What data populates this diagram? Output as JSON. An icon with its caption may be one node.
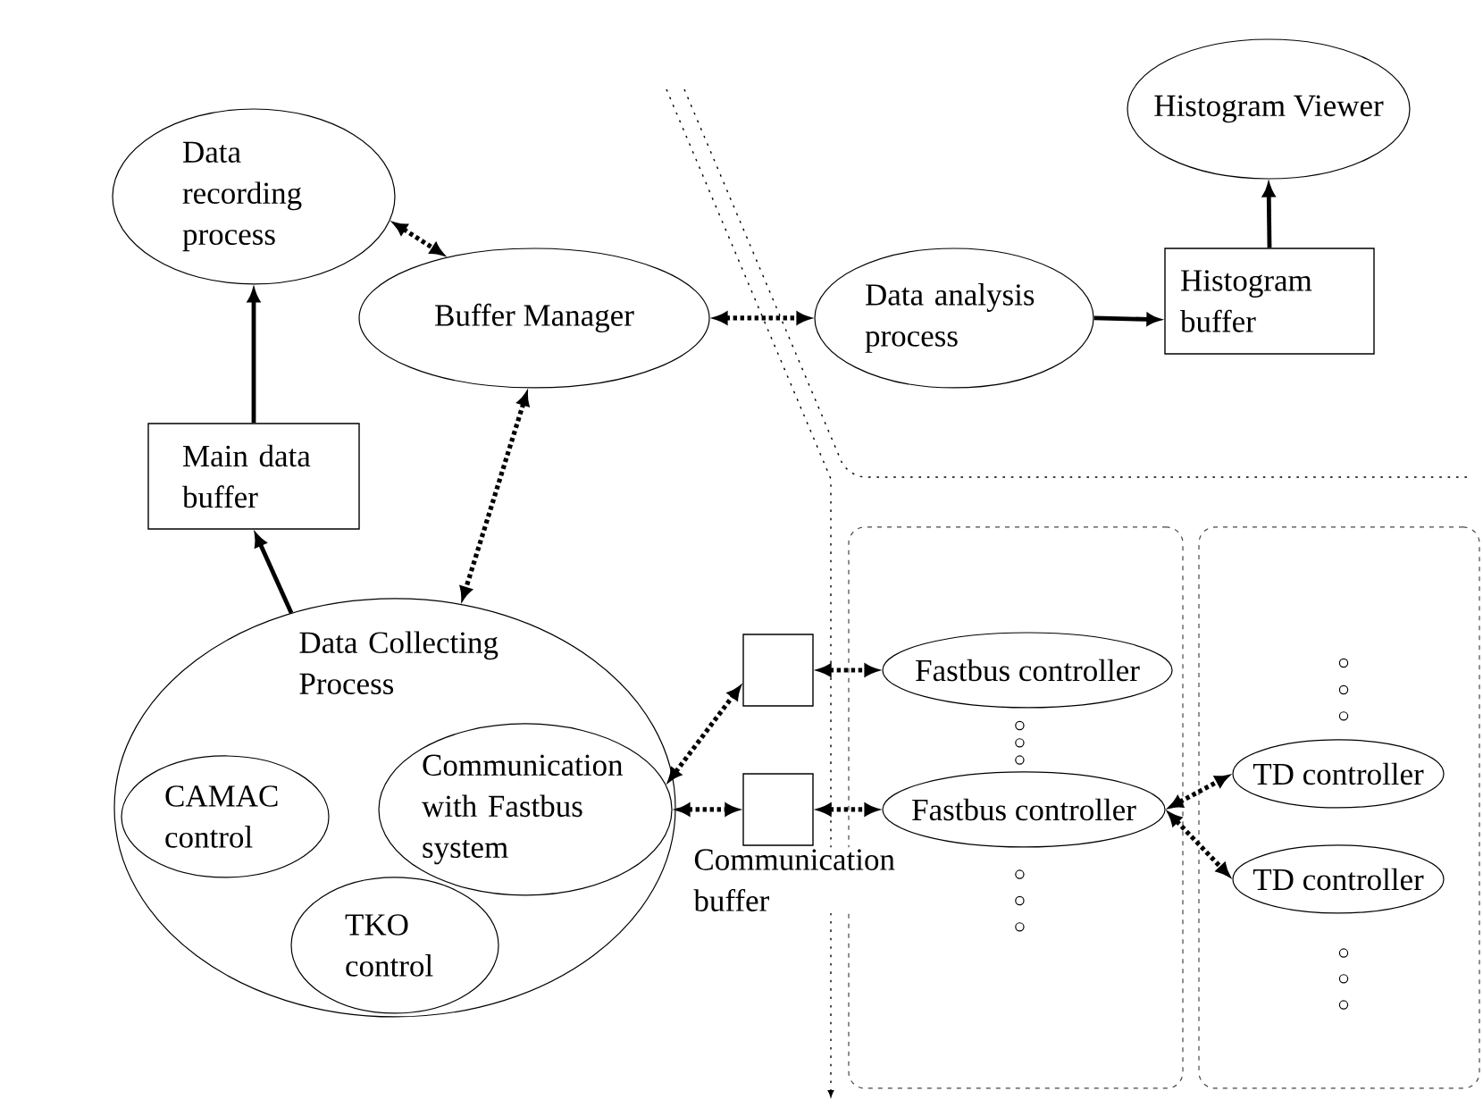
{
  "diagram": {
    "nodes": [
      {
        "text": [
          "Data recording process"
        ]
      },
      {
        "text": [
          "Histogram Viewer"
        ]
      },
      {
        "text": [
          "Buffer Manager"
        ]
      },
      {
        "text": [
          "Data analysis process"
        ]
      },
      {
        "text": [
          "Histogram buffer"
        ]
      },
      {
        "text": [
          "Main data buffer"
        ]
      },
      {
        "text": [
          "Data Collecting Process"
        ]
      },
      {
        "text": [
          "CAMAC control"
        ],
        "in": 6
      },
      {
        "text": [
          "Communication with Fastbus system"
        ],
        "in": 6
      },
      {
        "text": [
          "TKO control"
        ],
        "in": 6
      },
      {
        "text": [],
        "shape": "box"
      },
      {
        "text": [],
        "shape": "box",
        "beside": [
          "Communication buffer"
        ]
      },
      {
        "text": [],
        "shape": "box"
      },
      {
        "text": [
          "Fastbus controller"
        ],
        "in": 12
      },
      {
        "text": [
          "Fastbus controller"
        ],
        "in": 12
      },
      {
        "text": [],
        "shape": "box"
      },
      {
        "text": [
          "TD controller"
        ],
        "in": 15
      },
      {
        "text": [
          "TD controller"
        ],
        "in": 15
      }
    ],
    "edges": [
      {
        "from": 0,
        "to": 2,
        "arrow": "both",
        "style": "dashed"
      },
      {
        "from": 2,
        "to": 3,
        "arrow": "both",
        "style": "dashed"
      },
      {
        "from": 3,
        "to": 4,
        "arrow": "to"
      },
      {
        "from": 4,
        "to": 1,
        "arrow": "to"
      },
      {
        "from": 5,
        "to": 0,
        "arrow": "to"
      },
      {
        "from": 6,
        "to": 5,
        "arrow": "to"
      },
      {
        "from": 2,
        "to": 6,
        "arrow": "both",
        "style": "dashed"
      },
      {
        "from": 8,
        "to": 10,
        "arrow": "both",
        "style": "dashed"
      },
      {
        "from": 8,
        "to": 11,
        "arrow": "both",
        "style": "dashed"
      },
      {
        "from": 10,
        "to": 13,
        "arrow": "both",
        "style": "dashed"
      },
      {
        "from": 11,
        "to": 14,
        "arrow": "both",
        "style": "dashed"
      },
      {
        "from": 14,
        "to": 16,
        "arrow": "both",
        "style": "dashed"
      },
      {
        "from": 14,
        "to": 17,
        "arrow": "both",
        "style": "dashed"
      }
    ]
  }
}
